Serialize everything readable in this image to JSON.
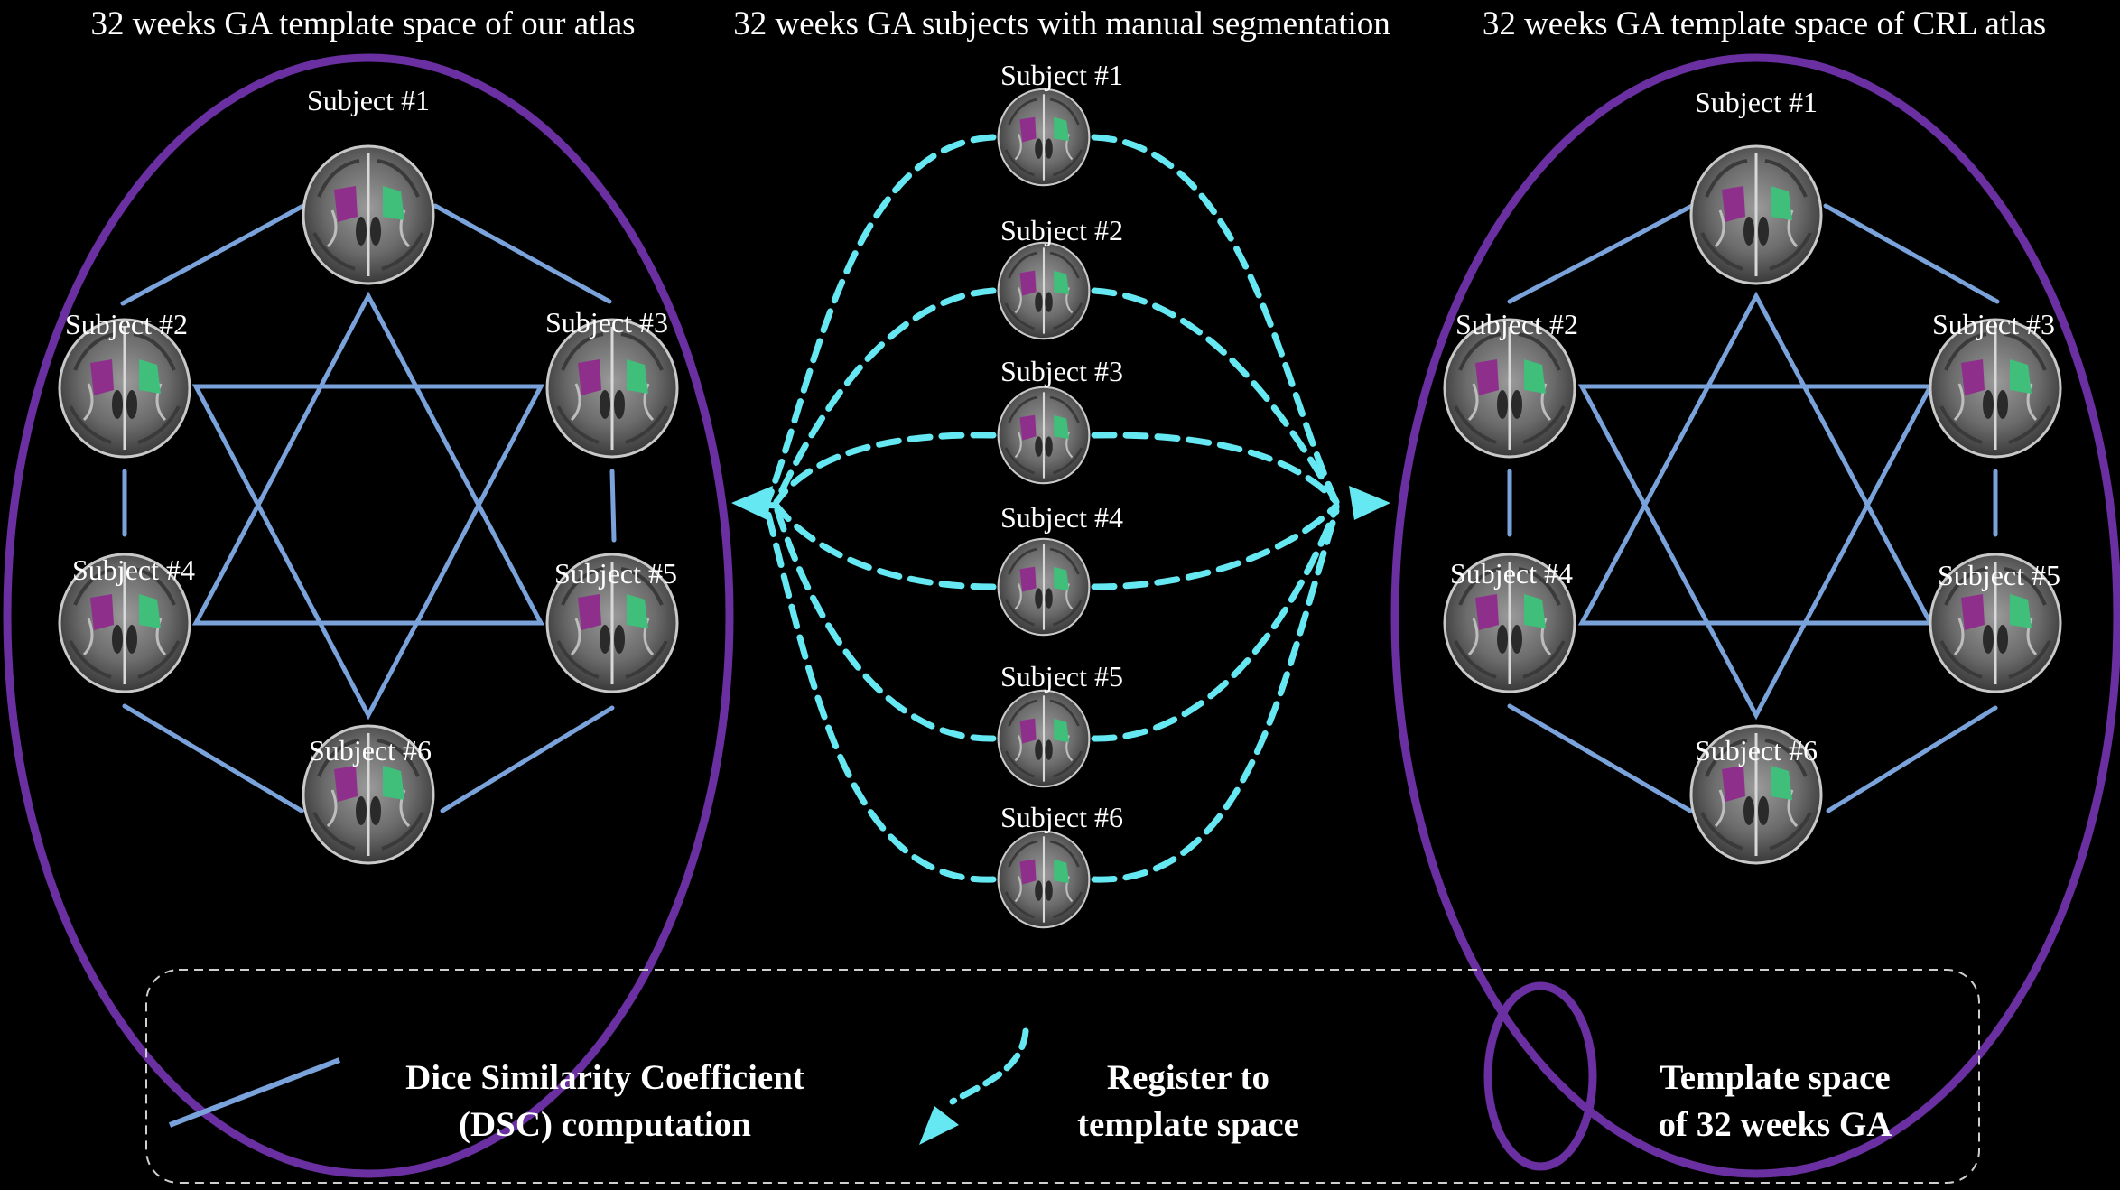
{
  "headers": {
    "left": "32 weeks GA template space of our atlas",
    "center": "32 weeks GA subjects with manual segmentation",
    "right": "32 weeks GA template space of CRL atlas"
  },
  "subjects": [
    "Subject #1",
    "Subject #2",
    "Subject #3",
    "Subject #4",
    "Subject #5",
    "Subject #6"
  ],
  "legend": {
    "dsc_line1": "Dice Similarity Coefficient",
    "dsc_line2": "(DSC) computation",
    "register_line1": "Register to",
    "register_line2": "template space",
    "template_line1": "Template space",
    "template_line2": "of 32 weeks GA"
  },
  "colors": {
    "background": "#000000",
    "dsc_line": "#7aa3dc",
    "register_arrow": "#66e8f2",
    "template_oval": "#6a2fa0",
    "seg_left": "#8e2f8c",
    "seg_right": "#3fbf7a"
  }
}
